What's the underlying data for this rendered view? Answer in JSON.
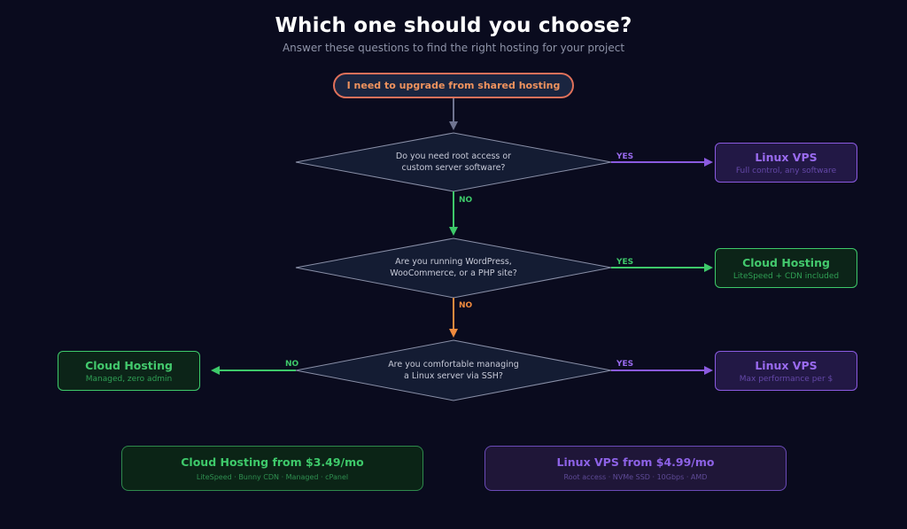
{
  "header": {
    "title": "Which one should you choose?",
    "subtitle": "Answer these questions to find the right hosting for your project"
  },
  "start": {
    "label": "I need to upgrade from shared hosting",
    "color": "#e0715a"
  },
  "questions": [
    {
      "text_line1": "Do you need root access or",
      "text_line2": "custom server software?",
      "yes_label": "YES",
      "no_label": "NO"
    },
    {
      "text_line1": "Are you running WordPress,",
      "text_line2": "WooCommerce, or a PHP site?",
      "yes_label": "YES",
      "no_label": "NO"
    },
    {
      "text_line1": "Are you comfortable managing",
      "text_line2": "a Linux server via SSH?",
      "yes_label": "YES",
      "no_label": "NO"
    }
  ],
  "results": [
    {
      "title": "Linux VPS",
      "subtitle": "Full control, any software",
      "color": "purple"
    },
    {
      "title": "Cloud Hosting",
      "subtitle": "LiteSpeed + CDN included",
      "color": "green"
    },
    {
      "title": "Linux VPS",
      "subtitle": "Max performance per $",
      "color": "purple"
    },
    {
      "title": "Cloud Hosting",
      "subtitle": "Managed, zero admin",
      "color": "green"
    }
  ],
  "summaries": [
    {
      "title": "Cloud Hosting from $3.49/mo",
      "features": "LiteSpeed · Bunny CDN · Managed · cPanel",
      "color": "green"
    },
    {
      "title": "Linux VPS from $4.99/mo",
      "features": "Root access · NVMe SSD · 10Gbps · AMD",
      "color": "purple"
    }
  ],
  "colors": {
    "background": "#0a0b1e",
    "green": "#3ec96a",
    "purple": "#8a5ae0",
    "orange": "#f0935e",
    "diamond_fill": "#141c33",
    "diamond_stroke": "#8a90a8"
  }
}
